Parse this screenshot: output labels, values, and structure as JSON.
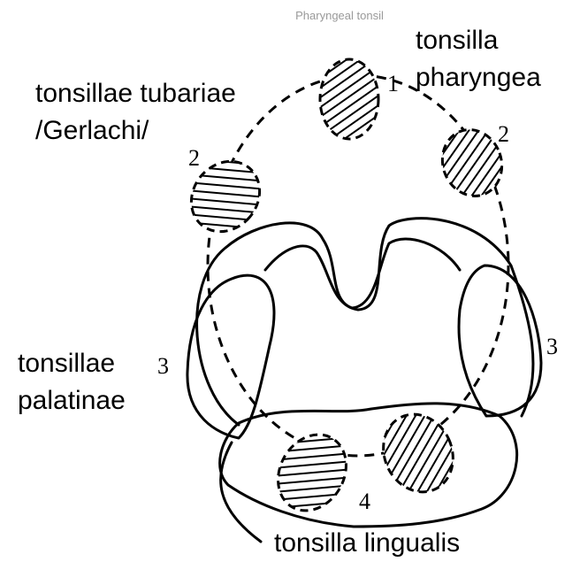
{
  "header": {
    "caption": "Pharyngeal tonsil"
  },
  "labels": {
    "pharyngea_line1": "tonsilla",
    "pharyngea_line2": "pharyngea",
    "tubariae_line1": "tonsillae tubariae",
    "tubariae_line2": "/Gerlachi/",
    "palatinae_line1": "tonsillae",
    "palatinae_line2": "palatinae",
    "lingualis": "tonsilla lingualis"
  },
  "numbers": {
    "pharyngeal": "1",
    "tubal_left": "2",
    "tubal_right": "2",
    "palatine_left": "3",
    "palatine_right": "3",
    "lingual": "4"
  },
  "colors": {
    "ink": "#000000",
    "caption": "#9a9a9a",
    "background": "#ffffff"
  }
}
